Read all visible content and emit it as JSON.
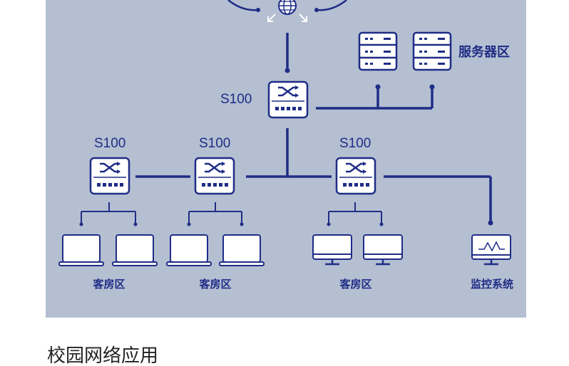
{
  "labels": {
    "core_switch": "S100",
    "switch_left": "S100",
    "switch_middle": "S100",
    "switch_right": "S100",
    "server_zone": "服务器区",
    "guest_zone_1": "客房区",
    "guest_zone_2": "客房区",
    "guest_zone_3": "客房区",
    "monitor_zone": "监控系统"
  },
  "caption": "校园网络应用",
  "colors": {
    "panel": "#b4bfd2",
    "line": "#1f2d86",
    "device_fill": "#ffffff",
    "text": "#1f2d86"
  }
}
